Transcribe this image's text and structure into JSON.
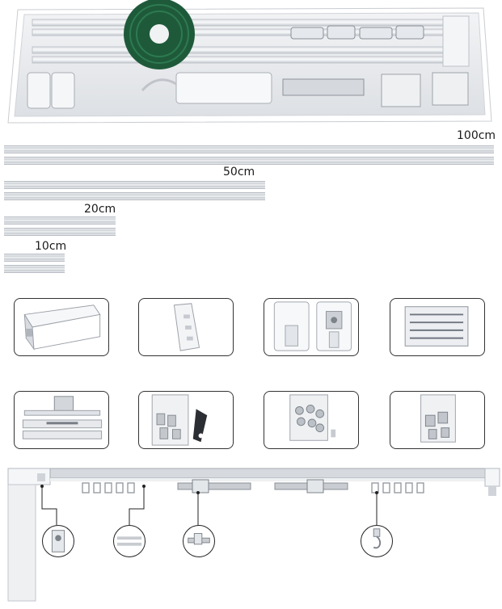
{
  "image": {
    "description_free": true
  },
  "rail_lengths": [
    {
      "label": "100cm"
    },
    {
      "label": "50cm"
    },
    {
      "label": "20cm"
    },
    {
      "label": "10cm"
    }
  ],
  "components_row1": [
    {
      "icon": "rail-end-cap-icon"
    },
    {
      "icon": "remote-control-icon"
    },
    {
      "icon": "wall-bracket-icon"
    },
    {
      "icon": "screw-pack-icon"
    }
  ],
  "components_row2": [
    {
      "icon": "ceiling-bracket-icon"
    },
    {
      "icon": "hardware-bag-icon"
    },
    {
      "icon": "runner-bag-icon"
    },
    {
      "icon": "clip-bag-icon"
    }
  ],
  "colors": {
    "outline": "#333333",
    "rail_light": "#e9ebee",
    "rail_dark": "#c7ccd2",
    "belt_green": "#1e5a3a"
  }
}
